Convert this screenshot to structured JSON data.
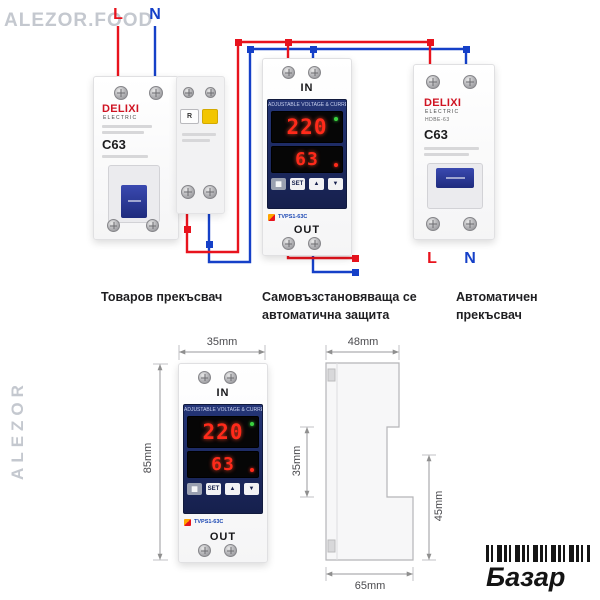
{
  "watermarks": {
    "top_left": "ALEZOR.FOOD",
    "left_vertical": "ALEZOR",
    "bazar": "Базар"
  },
  "colors": {
    "line_l": "#e8131d",
    "line_n": "#1540c8",
    "panel_navy": "#1c2a5e",
    "digit_red": "#ff2a1a",
    "brand_red": "#cf1322",
    "test_button_yellow": "#f2c500"
  },
  "wiring": {
    "l_label": "L",
    "n_label": "N",
    "out_l_label": "L",
    "out_n_label": "N"
  },
  "load_breaker": {
    "brand": "DELIXI",
    "brand_sub": "ELECTRIC",
    "rating": "C63",
    "reset_button": "R"
  },
  "protector": {
    "in_label": "IN",
    "out_label": "OUT",
    "panel_title": "ADJUSTABLE VOLTAGE & CURRENT PROTECTOR",
    "display_voltage": "220",
    "display_current": "63",
    "menu_icon": "▦",
    "set_label": "SET",
    "up_label": "▲",
    "down_label": "▼",
    "model_line": "TVPS1-63C"
  },
  "auto_breaker": {
    "brand": "DELIXI",
    "brand_sub": "ELECTRIC",
    "model": "HDBE-63",
    "rating": "C63"
  },
  "captions": {
    "left": "Товаров прекъсвач",
    "middle_line1": "Самовъзстановяваща се",
    "middle_line2": "автоматична защита",
    "right_line1": "Автоматичен",
    "right_line2": "прекъсвач"
  },
  "dimensions": {
    "front_width": "35mm",
    "front_height": "85mm",
    "side_top_width": "48mm",
    "side_mid_height": "35mm",
    "side_right_height": "45mm",
    "side_bottom_width": "65mm"
  }
}
